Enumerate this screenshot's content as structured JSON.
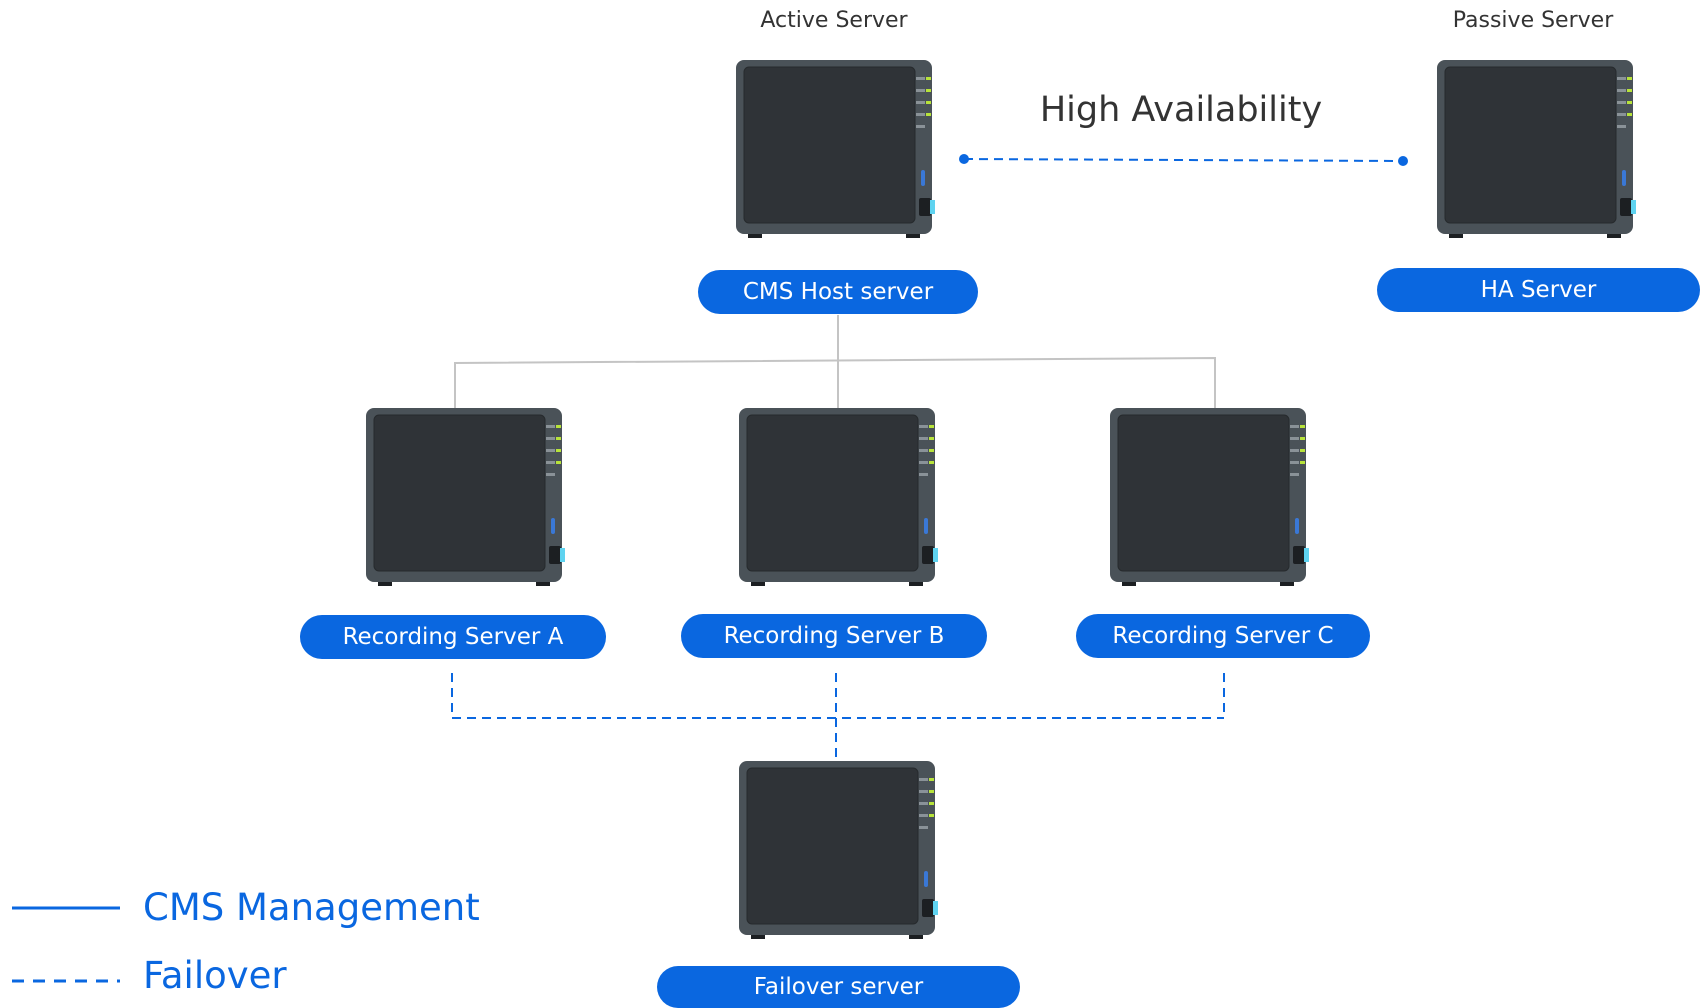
{
  "captions": {
    "active": "Active Server",
    "passive": "Passive Server"
  },
  "ha_link_label": "High Availability",
  "servers": {
    "cms_host": "CMS Host server",
    "ha": "HA Server",
    "recording_a": "Recording Server A",
    "recording_b": "Recording Server B",
    "recording_c": "Recording Server C",
    "failover": "Failover server"
  },
  "legend": {
    "management": "CMS Management",
    "failover": "Failover"
  },
  "colors": {
    "accent": "#0a67e0",
    "management_line": "#c4c4c4",
    "failover_line": "#0a67e0",
    "device_body": "#4a5258",
    "device_panel": "#2f3337",
    "led_green": "#b7e33a",
    "led_cyan": "#5fd3f0"
  },
  "icons": {
    "server": "nas-server-icon"
  }
}
